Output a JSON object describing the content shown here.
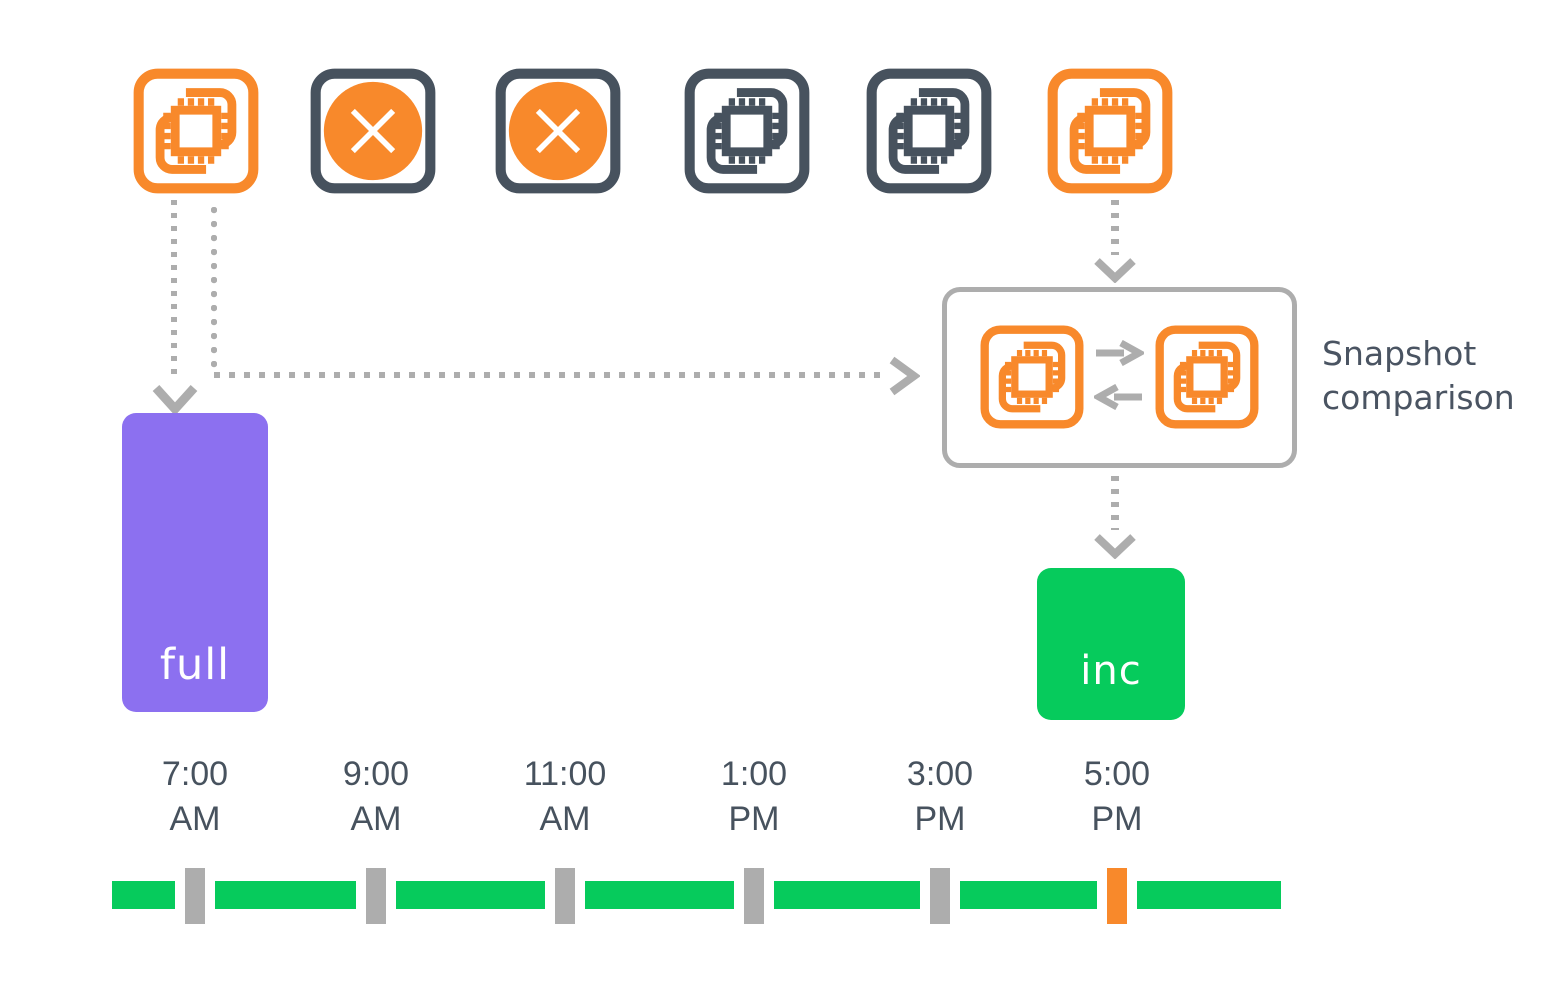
{
  "diagram": {
    "top_icons": [
      {
        "name": "vm-icon",
        "state": "highlighted-orange"
      },
      {
        "name": "vm-deleted-icon",
        "state": "crossed-out"
      },
      {
        "name": "vm-deleted-icon",
        "state": "crossed-out"
      },
      {
        "name": "vm-icon",
        "state": "normal-dark"
      },
      {
        "name": "vm-icon",
        "state": "normal-dark"
      },
      {
        "name": "vm-icon",
        "state": "highlighted-orange"
      }
    ],
    "blocks": {
      "full_label": "full",
      "inc_label": "inc"
    },
    "snapshot_box": {
      "label": "Snapshot comparison",
      "icons": [
        "vm-icon",
        "vm-icon"
      ],
      "arrows": [
        "arrow-right",
        "arrow-left"
      ]
    },
    "timeline": {
      "labels": [
        {
          "time": "7:00",
          "period": "AM"
        },
        {
          "time": "9:00",
          "period": "AM"
        },
        {
          "time": "11:00",
          "period": "AM"
        },
        {
          "time": "1:00",
          "period": "PM"
        },
        {
          "time": "3:00",
          "period": "PM"
        },
        {
          "time": "5:00",
          "period": "PM"
        }
      ],
      "ticks": [
        {
          "label": "7:00 AM",
          "color": "gray"
        },
        {
          "label": "9:00 AM",
          "color": "gray"
        },
        {
          "label": "11:00 AM",
          "color": "gray"
        },
        {
          "label": "1:00 PM",
          "color": "gray"
        },
        {
          "label": "3:00 PM",
          "color": "gray"
        },
        {
          "label": "5:00 PM",
          "color": "orange"
        }
      ],
      "highlighted_time": "5:00 PM"
    },
    "colors": {
      "orange": "#F8892B",
      "green": "#06CB5C",
      "purple": "#8C70F0",
      "slate": "#47525E",
      "gray": "#ADADAD",
      "label_text": "#4A5462"
    }
  }
}
